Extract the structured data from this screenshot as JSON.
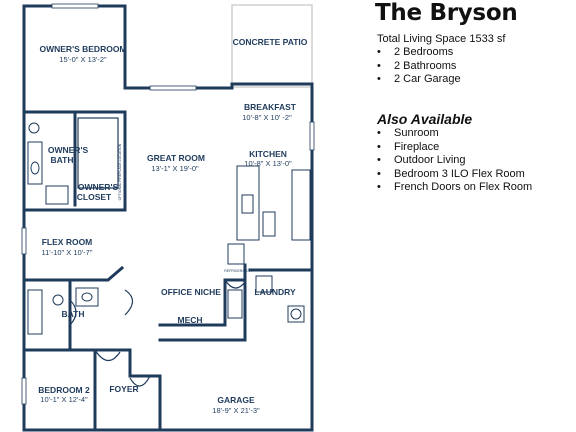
{
  "title": "The Bryson",
  "living_space": "Total Living Space 1533 sf",
  "bullet": "•",
  "features": [
    "2 Bedrooms",
    "2 Bathrooms",
    "2 Car Garage"
  ],
  "also_available": {
    "heading": "Also Available",
    "items": [
      "Sunroom",
      "Fireplace",
      "Outdoor Living",
      "Bedroom 3 ILO Flex Room",
      "French Doors on Flex Room"
    ]
  },
  "rooms": {
    "patio": {
      "name": "CONCRETE PATIO"
    },
    "owners_bedroom": {
      "name": "OWNER'S BEDROOM",
      "dims": "15'-0\" X 13'-2\""
    },
    "owners_bath": {
      "name_line1": "OWNER'S",
      "name_line2": "BATH"
    },
    "owners_closet": {
      "name_line1": "OWNER'S",
      "name_line2": "CLOSET"
    },
    "breakfast": {
      "name": "BREAKFAST",
      "dims": "10'-8\" X 10' -2\""
    },
    "great_room": {
      "name": "GREAT ROOM",
      "dims": "13'-1\" X 19'-0\""
    },
    "kitchen": {
      "name": "KITCHEN",
      "dims": "10'-8\" X 13'-0\""
    },
    "flex_room": {
      "name": "FLEX ROOM",
      "dims": "11'-10\" X 10'-7\""
    },
    "office_niche": {
      "name": "OFFICE NICHE"
    },
    "laundry": {
      "name": "LAUNDRY"
    },
    "bath": {
      "name": "BATH"
    },
    "mech": {
      "name": "MECH"
    },
    "garage": {
      "name": "GARAGE",
      "dims": "18'-9\" X 21'-3\""
    },
    "bedroom2": {
      "name": "BEDROOM 2",
      "dims": "10'-1\" X 12'-4\""
    },
    "foyer": {
      "name": "FOYER"
    }
  },
  "small_labels": {
    "location_note": "OPTIONAL FIREPLACE LOCATION",
    "refrigerator": "REFRIGERATOR"
  }
}
